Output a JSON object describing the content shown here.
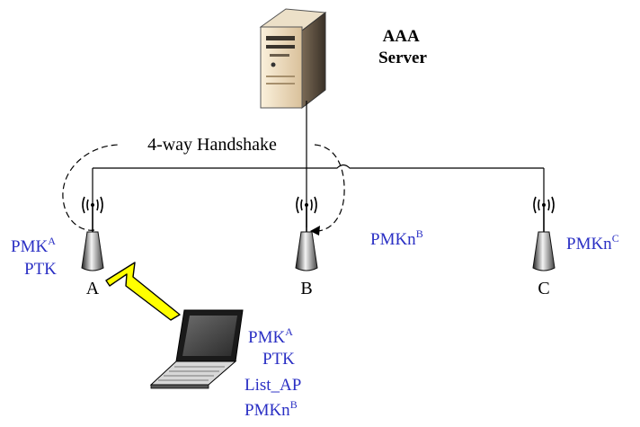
{
  "server": {
    "label_line1": "AAA",
    "label_line2": "Server"
  },
  "handshake": {
    "label": "4-way Handshake"
  },
  "access_points": {
    "a": {
      "name": "A",
      "key_base": "PMK",
      "key_sup": "A",
      "second": "PTK"
    },
    "b": {
      "name": "B",
      "key_base": "PMKn",
      "key_sup": "B"
    },
    "c": {
      "name": "C",
      "key_base": "PMKn",
      "key_sup": "C"
    }
  },
  "laptop": {
    "line1_base": "PMK",
    "line1_sup": "A",
    "line2": "PTK",
    "line3": "List_AP",
    "line4_base": "PMKn",
    "line4_sup": "B"
  },
  "colors": {
    "key_text": "#2a2fc4",
    "line": "#000000",
    "lightning_fill": "#ffff00",
    "server_body": "#f3e2c0"
  }
}
